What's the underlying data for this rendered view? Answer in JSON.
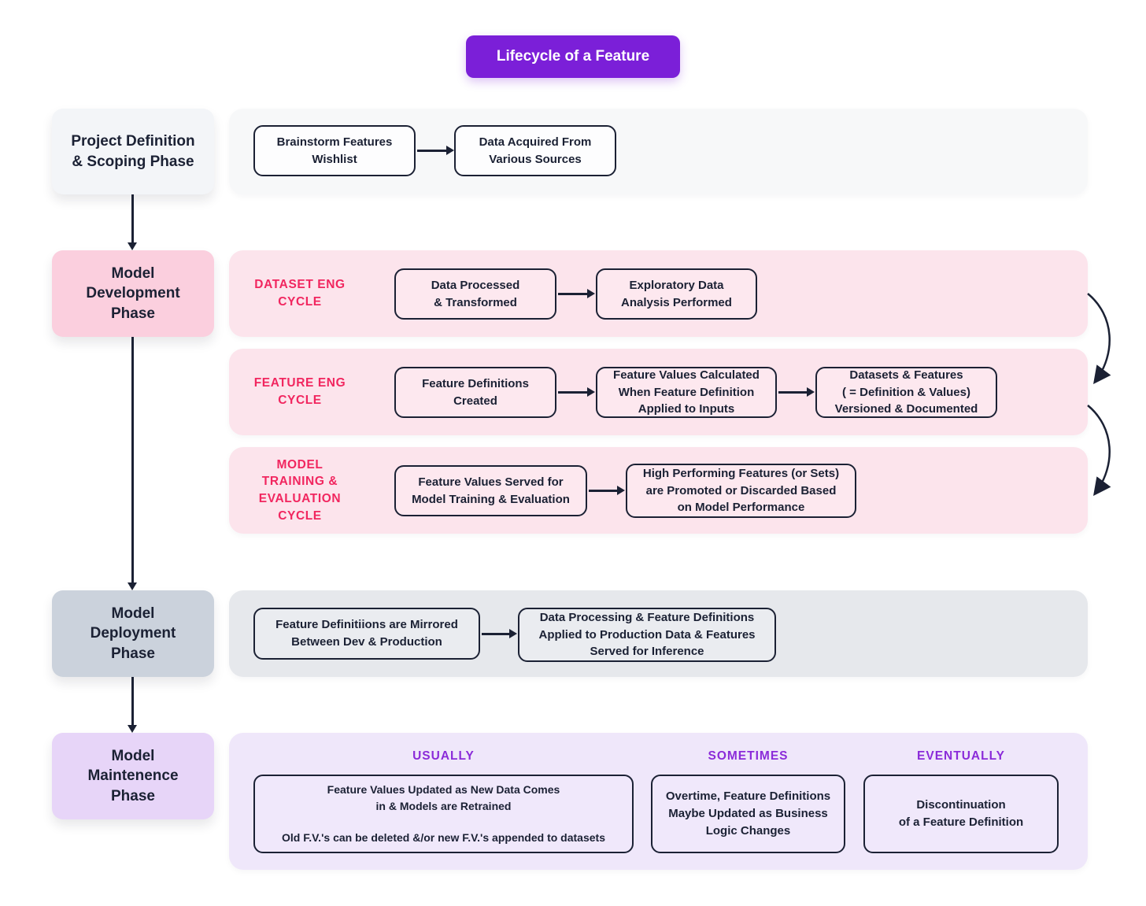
{
  "title": "Lifecycle of a Feature",
  "colors": {
    "title_bg": "#7B1FD8",
    "ink": "#1B2134",
    "cycle_label": "#F1265F",
    "maintenance_heading": "#8B2BD9",
    "phase_project_bg": "#F3F5F8",
    "band_project_bg": "#F7F8F9",
    "phase_development_bg": "#FBCFDE",
    "band_development_bg": "#FCE4EC",
    "phase_deployment_bg": "#CBD2DC",
    "band_deployment_bg": "#E6E8EC",
    "phase_maintenance_bg": "#E7D5F8",
    "band_maintenance_bg": "#EFE7FA"
  },
  "phases": {
    "project": {
      "label": "Project Definition\n& Scoping Phase"
    },
    "development": {
      "label": "Model\nDevelopment\nPhase"
    },
    "deployment": {
      "label": "Model\nDeployment\nPhase"
    },
    "maintenance": {
      "label": "Model\nMaintenence\nPhase"
    }
  },
  "project_row": {
    "steps": [
      "Brainstorm Features\nWishlist",
      "Data Acquired From\nVarious Sources"
    ]
  },
  "development_row": {
    "cycles": [
      {
        "label": "DATASET ENG\nCYCLE",
        "steps": [
          "Data Processed\n& Transformed",
          "Exploratory Data\nAnalysis Performed"
        ]
      },
      {
        "label": "FEATURE ENG\nCYCLE",
        "steps": [
          "Feature Definitions\nCreated",
          "Feature Values Calculated\nWhen Feature Definition\nApplied to Inputs",
          "Datasets & Features\n( = Definition & Values)\nVersioned & Documented"
        ]
      },
      {
        "label": "MODEL\nTRAINING &\nEVALUATION\nCYCLE",
        "steps": [
          "Feature Values Served for\nModel Training & Evaluation",
          "High Performing Features (or Sets)\nare Promoted or Discarded Based\non Model Performance"
        ]
      }
    ]
  },
  "deployment_row": {
    "steps": [
      "Feature Definitiions are Mirrored\nBetween Dev & Production",
      "Data Processing & Feature Definitions\nApplied to Production Data & Features\nServed for Inference"
    ]
  },
  "maintenance_row": {
    "columns": [
      {
        "heading": "USUALLY",
        "text": "Feature Values Updated as New Data Comes\nin & Models are Retrained\n\nOld F.V.'s can be deleted &/or new F.V.'s appended to datasets"
      },
      {
        "heading": "SOMETIMES",
        "text": "Overtime, Feature Definitions\nMaybe Updated as Business\nLogic Changes"
      },
      {
        "heading": "EVENTUALLY",
        "text": "Discontinuation\nof a Feature Definition"
      }
    ]
  }
}
